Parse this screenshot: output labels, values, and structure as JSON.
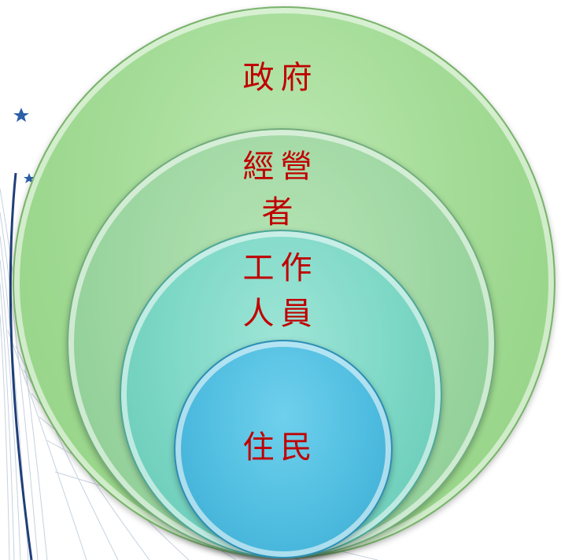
{
  "diagram": {
    "layers": [
      {
        "lines": [
          "政府"
        ],
        "color": "#a4dc97"
      },
      {
        "lines": [
          "經營",
          "者"
        ],
        "color": "#9fd7a3"
      },
      {
        "lines": [
          "工作",
          "人員"
        ],
        "color": "#7ed8c6"
      },
      {
        "lines": [
          "住民"
        ],
        "color": "#4fbde0"
      }
    ],
    "text_color": "#c00000"
  }
}
